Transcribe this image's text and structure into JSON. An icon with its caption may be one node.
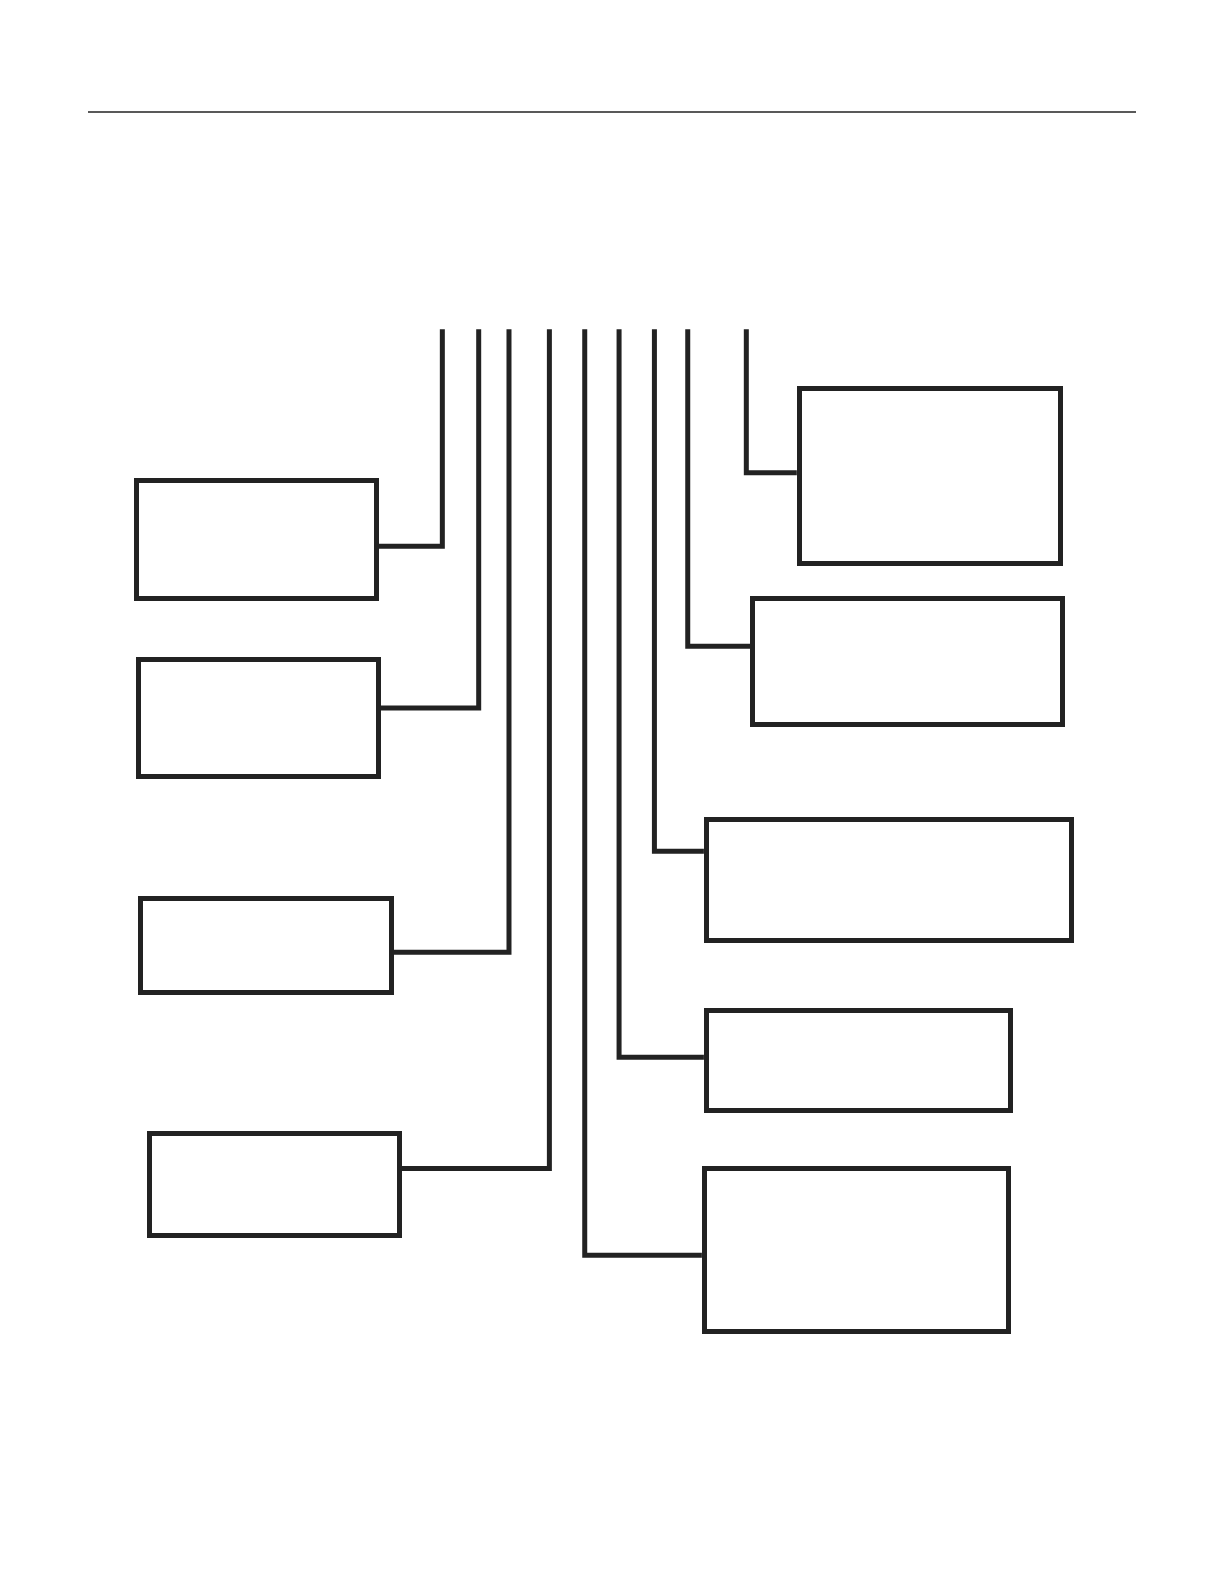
{
  "diagram": {
    "nodes": [
      {
        "text": [],
        "shape": "box"
      },
      {
        "text": [],
        "shape": "box"
      },
      {
        "text": [],
        "shape": "box"
      },
      {
        "text": [],
        "shape": "box"
      },
      {
        "text": [],
        "shape": "box"
      },
      {
        "text": [],
        "shape": "box"
      },
      {
        "text": [],
        "shape": "box"
      },
      {
        "text": [],
        "shape": "box"
      },
      {
        "text": [],
        "shape": "box"
      }
    ],
    "edges": [
      {
        "from": 0,
        "to": null,
        "arrow": "none"
      },
      {
        "from": 1,
        "to": null,
        "arrow": "none"
      },
      {
        "from": 2,
        "to": null,
        "arrow": "none"
      },
      {
        "from": 3,
        "to": null,
        "arrow": "none"
      },
      {
        "from": 4,
        "to": null,
        "arrow": "none"
      },
      {
        "from": 5,
        "to": null,
        "arrow": "none"
      },
      {
        "from": 6,
        "to": null,
        "arrow": "none"
      },
      {
        "from": 7,
        "to": null,
        "arrow": "none"
      },
      {
        "from": 8,
        "to": null,
        "arrow": "none"
      }
    ]
  }
}
